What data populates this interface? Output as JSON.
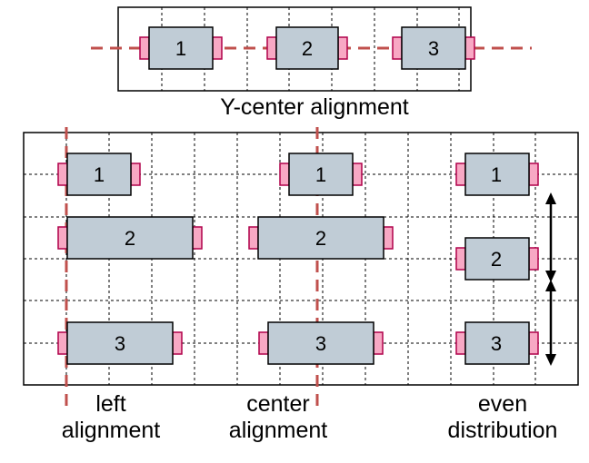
{
  "colors": {
    "box_fill": "#c0ccd6",
    "box_stroke": "#000000",
    "pin_fill": "#f8a8c4",
    "pin_stroke": "#b0004a",
    "guide": "#c0504d",
    "grid": "#000000",
    "arrow": "#000000"
  },
  "top_panel": {
    "caption": "Y-center alignment",
    "boxes": [
      {
        "label": "1"
      },
      {
        "label": "2"
      },
      {
        "label": "3"
      }
    ]
  },
  "bottom_panel": {
    "columns": [
      {
        "caption_line1": "left",
        "caption_line2": "alignment",
        "boxes": [
          {
            "label": "1"
          },
          {
            "label": "2"
          },
          {
            "label": "3"
          }
        ]
      },
      {
        "caption_line1": "center",
        "caption_line2": "alignment",
        "boxes": [
          {
            "label": "1"
          },
          {
            "label": "2"
          },
          {
            "label": "3"
          }
        ]
      },
      {
        "caption_line1": "even",
        "caption_line2": "distribution",
        "boxes": [
          {
            "label": "1"
          },
          {
            "label": "2"
          },
          {
            "label": "3"
          }
        ]
      }
    ]
  }
}
